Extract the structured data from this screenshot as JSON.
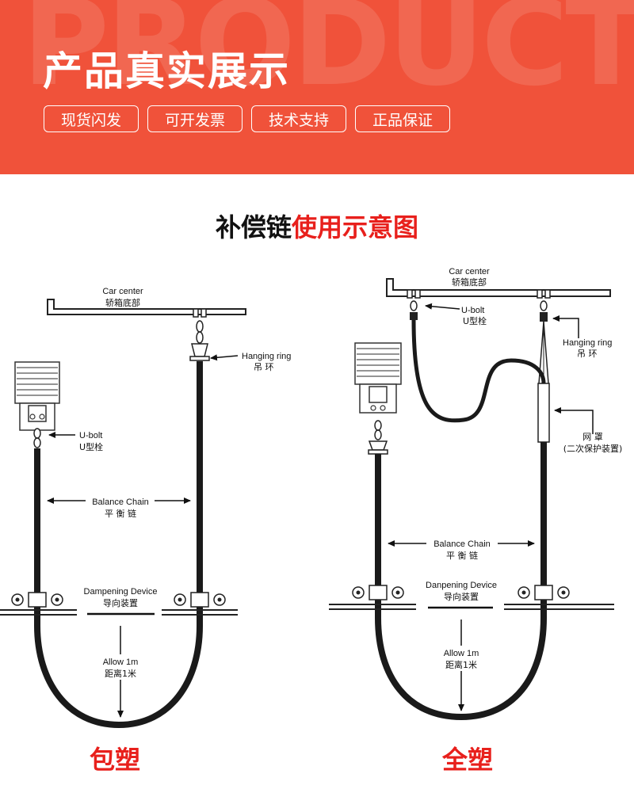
{
  "banner": {
    "watermark": "PRODUCT",
    "title": "产品真实展示",
    "tags": [
      "现货闪发",
      "可开发票",
      "技术支持",
      "正品保证"
    ]
  },
  "section": {
    "title_black": "补偿链",
    "title_red": "使用示意图"
  },
  "diagrams": {
    "left": {
      "car_center_en": "Car center",
      "car_center_cn": "轿箱底部",
      "hanging_ring_en": "Hanging ring",
      "hanging_ring_cn": "吊 环",
      "ubolt_en": "U-bolt",
      "ubolt_cn": "U型栓",
      "balance_en": "Balance Chain",
      "balance_cn": "平 衡 链",
      "dampening_en": "Dampening Device",
      "dampening_cn": "导向装置",
      "allow_en": "Allow 1m",
      "allow_cn": "距离1米",
      "caption": "包塑"
    },
    "right": {
      "car_center_en": "Car center",
      "car_center_cn": "轿箱底部",
      "ubolt_en": "U-bolt",
      "ubolt_cn": "U型栓",
      "hanging_ring_en": "Hanging ring",
      "hanging_ring_cn": "吊 环",
      "net_cn": "网 罩",
      "net_cn2": "(二次保护装置)",
      "balance_en": "Balance Chain",
      "balance_cn": "平 衡 链",
      "dampening_en": "Danpening Device",
      "dampening_cn": "导向装置",
      "allow_en": "Allow 1m",
      "allow_cn": "距离1米",
      "caption": "全塑"
    }
  },
  "colors": {
    "banner": "#f0523a",
    "accent_red": "#e8201c",
    "chain": "#1a1a1a"
  }
}
